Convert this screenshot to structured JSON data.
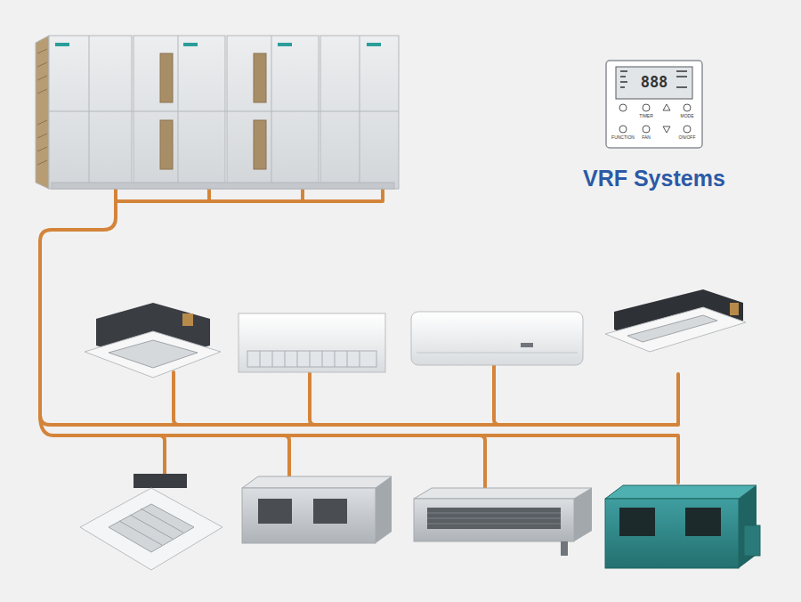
{
  "diagram": {
    "title": "VRF Systems",
    "labels": [
      "888",
      "TIMER",
      "MODE",
      "FUNCTION",
      "FAN",
      "ON/OFF"
    ]
  }
}
